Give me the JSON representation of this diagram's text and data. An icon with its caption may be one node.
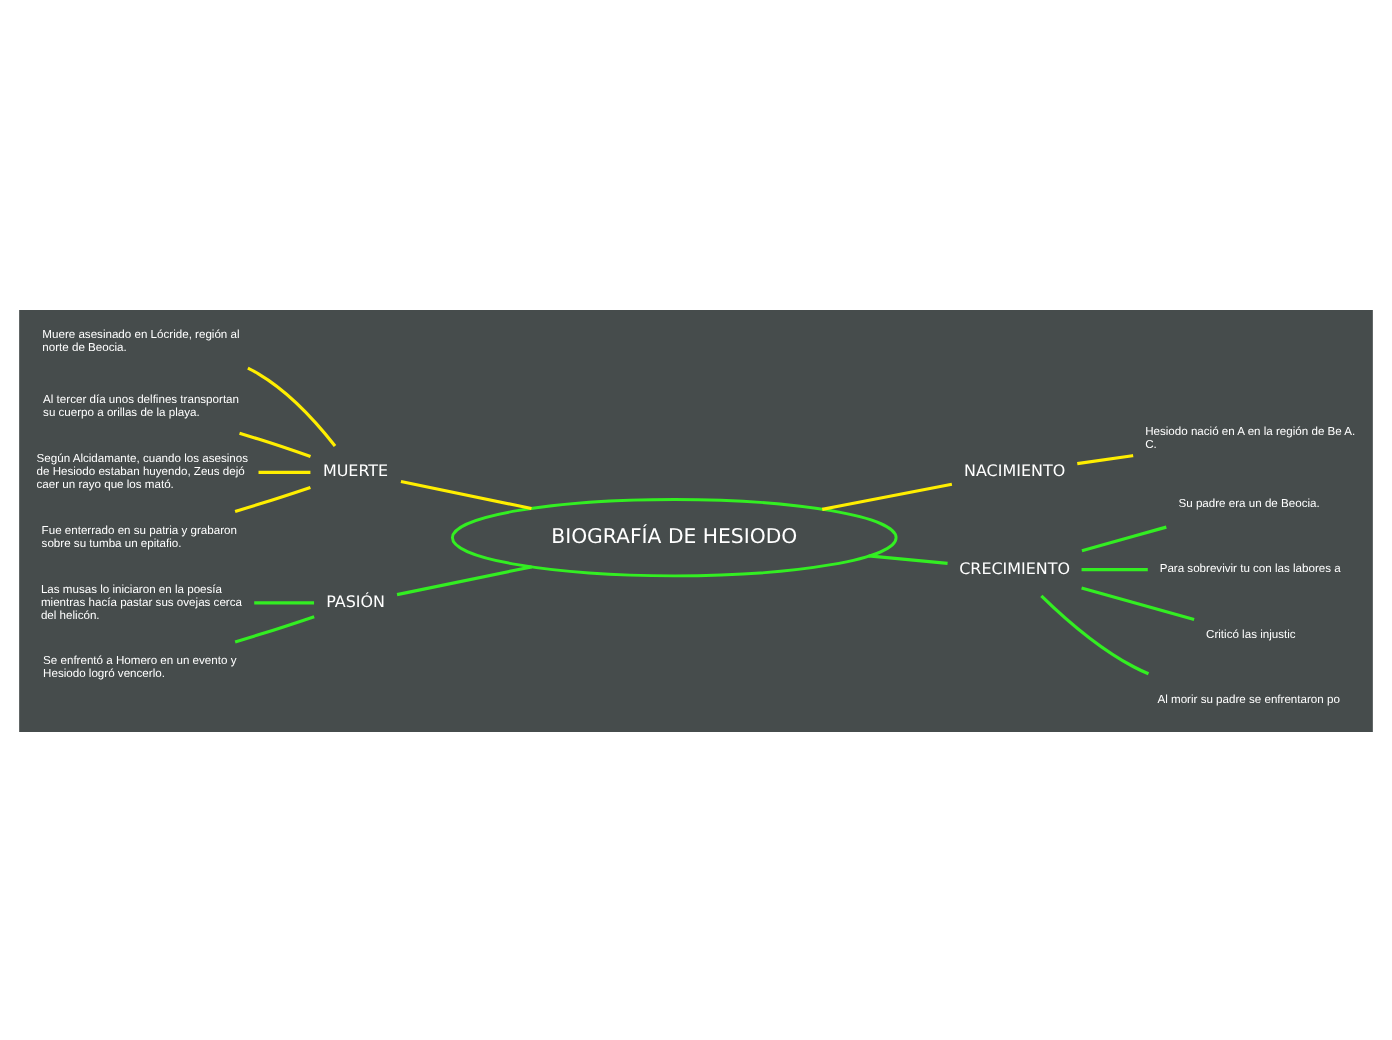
{
  "diagram": {
    "nodes": [
      {
        "text": [
          "BIOGRAFÍA DE HESIODO"
        ]
      },
      {
        "text": [
          "NACIMIENTO"
        ]
      },
      {
        "text": [
          "CRECIMIENTO"
        ]
      },
      {
        "text": [
          "MUERTE"
        ]
      },
      {
        "text": [
          "PASIÓN"
        ]
      },
      {
        "text": [
          "Hesiodo nació en A en la región de Be A. C."
        ]
      },
      {
        "text": [
          "Su padre era un de Beocia."
        ]
      },
      {
        "text": [
          "Para sobrevivir tu con las labores a"
        ]
      },
      {
        "text": [
          "Criticó las injustic"
        ]
      },
      {
        "text": [
          "Al morir su padre se enfrentaron po"
        ]
      },
      {
        "text": [
          "Muere asesinado en Lócride, región al norte de Beocia."
        ]
      },
      {
        "text": [
          "Al tercer día unos delfines transportan su cuerpo a orillas de la playa."
        ]
      },
      {
        "text": [
          "Según Alcidamante, cuando los asesinos de Hesiodo estaban huyendo, Zeus dejó caer un rayo que los mató."
        ]
      },
      {
        "text": [
          "Fue enterrado en su patria y grabaron sobre su tumba un epitafio."
        ]
      },
      {
        "text": [
          "Las musas lo iniciaron en la poesía mientras hacía pastar sus ovejas cerca del helicón."
        ]
      },
      {
        "text": [
          "Se enfrentó a Homero en un evento y Hesiodo logró vencerlo."
        ]
      }
    ],
    "edges": [
      {
        "from": 0,
        "to": 1,
        "arrow": "none",
        "color": "#ffee00"
      },
      {
        "from": 0,
        "to": 2,
        "arrow": "none"
      },
      {
        "from": 0,
        "to": 3,
        "arrow": "none",
        "color": "#ffee00"
      },
      {
        "from": 0,
        "to": 4,
        "arrow": "none"
      },
      {
        "from": 1,
        "to": 5,
        "arrow": "none",
        "color": "#ffee00"
      },
      {
        "from": 2,
        "to": 6,
        "arrow": "none"
      },
      {
        "from": 2,
        "to": 7,
        "arrow": "none"
      },
      {
        "from": 2,
        "to": 8,
        "arrow": "none"
      },
      {
        "from": 2,
        "to": 9,
        "arrow": "none"
      },
      {
        "from": 3,
        "to": 10,
        "arrow": "none",
        "color": "#ffee00"
      },
      {
        "from": 3,
        "to": 11,
        "arrow": "none",
        "color": "#ffee00"
      },
      {
        "from": 3,
        "to": 12,
        "arrow": "none",
        "color": "#ffee00"
      },
      {
        "from": 3,
        "to": 13,
        "arrow": "none",
        "color": "#ffee00"
      },
      {
        "from": 4,
        "to": 14,
        "arrow": "none"
      },
      {
        "from": 4,
        "to": 15,
        "arrow": "none"
      }
    ]
  }
}
